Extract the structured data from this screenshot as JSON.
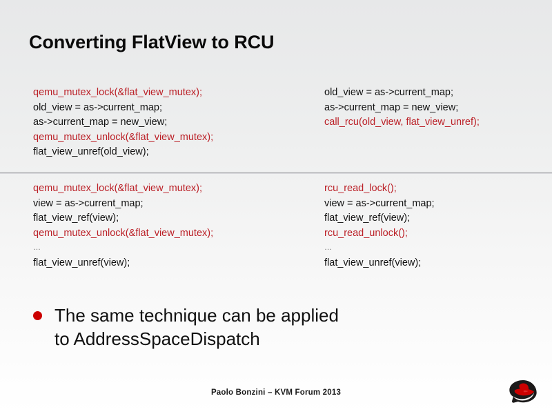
{
  "slide": {
    "title": "Converting FlatView to RCU",
    "accent_red": "#bb2027",
    "bullet_red": "#cc0000",
    "background_top": "#e7e8e9",
    "background_bottom": "#ffffff"
  },
  "code_blocks": [
    {
      "name": "writer-side",
      "left": [
        {
          "text": "qemu_mutex_lock(&flat_view_mutex);",
          "style": "red"
        },
        {
          "text": "old_view = as->current_map;",
          "style": "black"
        },
        {
          "text": "as->current_map = new_view;",
          "style": "black"
        },
        {
          "text": "qemu_mutex_unlock(&flat_view_mutex);",
          "style": "red"
        },
        {
          "text": "flat_view_unref(old_view);",
          "style": "black"
        }
      ],
      "right": [
        {
          "text": "old_view = as->current_map;",
          "style": "black"
        },
        {
          "text": "as->current_map = new_view;",
          "style": "black"
        },
        {
          "text": "call_rcu(old_view, flat_view_unref);",
          "style": "red"
        }
      ]
    },
    {
      "name": "reader-side",
      "left": [
        {
          "text": "qemu_mutex_lock(&flat_view_mutex);",
          "style": "red"
        },
        {
          "text": "view = as->current_map;",
          "style": "black"
        },
        {
          "text": "flat_view_ref(view);",
          "style": "black"
        },
        {
          "text": "qemu_mutex_unlock(&flat_view_mutex);",
          "style": "red"
        },
        {
          "text": "…",
          "style": "dots"
        },
        {
          "text": "flat_view_unref(view);",
          "style": "black"
        }
      ],
      "right": [
        {
          "text": "rcu_read_lock();",
          "style": "red"
        },
        {
          "text": "view = as->current_map;",
          "style": "black"
        },
        {
          "text": "flat_view_ref(view);",
          "style": "black"
        },
        {
          "text": "rcu_read_unlock();",
          "style": "red"
        },
        {
          "text": "…",
          "style": "dots"
        },
        {
          "text": "flat_view_unref(view);",
          "style": "black"
        }
      ]
    }
  ],
  "bullets": [
    {
      "text": "The same technique can be applied to AddressSpaceDispatch"
    }
  ],
  "footer": {
    "text": "Paolo Bonzini – KVM Forum 2013",
    "logo_name": "red-hat-shadowman-logo"
  }
}
